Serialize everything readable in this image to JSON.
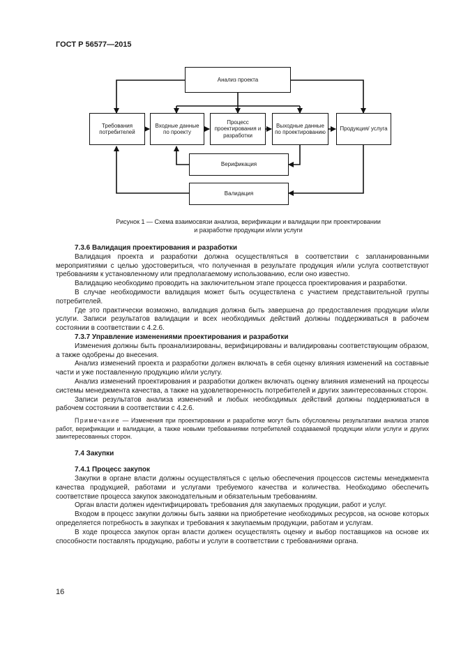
{
  "header": {
    "doc_id": "ГОСТ Р 56577—2015"
  },
  "diagram": {
    "top": "Анализ проекта",
    "row": [
      "Требования потребителей",
      "Входные данные по проекту",
      "Процесс проектирования и разработки",
      "Выходные данные по проектированию",
      "Продукция/ услуга"
    ],
    "verification": "Верификация",
    "validation": "Валидация"
  },
  "caption": {
    "line1": "Рисунок 1 — Схема взаимосвязи анализа, верификации и валидации при проектировании",
    "line2": "и разработке продукции и/или услуги"
  },
  "s736": {
    "heading": "7.3.6 Валидация проектирования и разработки",
    "p1": "Валидация проекта и разработки должна осуществляться в соответствии с запланированными мероприятиями с целью удостовериться, что полученная в результате продукция и/или услуга соответствуют требованиям к установленному или предполагаемому использованию, если оно известно.",
    "p2": "Валидацию необходимо проводить на заключительном этапе процесса проектирования и разработки.",
    "p3": "В случае необходимости валидация может быть осуществлена с участием представительной группы потребителей.",
    "p4": "Где это практически возможно, валидация должна быть завершена до предоставления продукции и/или услуги. Записи результатов валидации и всех необходимых действий должны поддерживаться в рабочем состоянии в соответствии с 4.2.6."
  },
  "s737": {
    "heading": "7.3.7 Управление изменениями проектирования и разработки",
    "p1": "Изменения должны быть проанализированы, верифицированы и валидированы соответствующим образом, а также одобрены до внесения.",
    "p2": "Анализ изменений проекта и разработки должен включать в себя оценку влияния изменений на составные части и уже поставленную продукцию и/или услугу.",
    "p3": "Анализ изменений проектирования и разработки должен включать оценку влияния изменений на процессы системы менеджмента качества, а также на удовлетворенность потребителей и других заинтересованных сторон.",
    "p4": "Записи результатов анализа изменений и любых необходимых действий должны поддерживаться в рабочем состоянии в соответствии с 4.2.6.",
    "note_label": "Примечание",
    "note_text": " — Изменения при проектировании и разработке могут быть обусловлены результатами анализа этапов работ, верификации и валидации, а также новыми требованиями потребителей создаваемой продукции и/или услуги и других заинтересованных сторон."
  },
  "s74": {
    "heading": "7.4 Закупки"
  },
  "s741": {
    "heading": "7.4.1 Процесс закупок",
    "p1": "Закупки в органе власти должны осуществляться с целью обеспечения процессов системы менеджмента качества продукцией, работами и услугами требуемого качества и количества. Необходимо обеспечить соответствие процесса закупок законодательным и обязательным требованиям.",
    "p2": "Орган власти должен идентифицировать требования для закупаемых продукции, работ и услуг.",
    "p3": "Входом в процесс закупки должны быть заявки на приобретение необходимых ресурсов, на основе которых определяется потребность в закупках и требования к закупаемым продукции, работам и услугам.",
    "p4": "В ходе процесса закупок орган власти должен осуществлять оценку и выбор поставщиков на основе их способности поставлять продукцию, работы и услуги в соответствии с требованиями органа."
  },
  "page": {
    "number": "16"
  }
}
